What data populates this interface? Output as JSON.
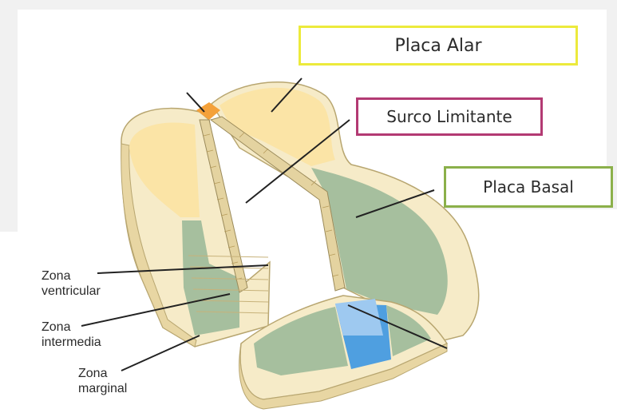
{
  "labels": {
    "alar": "Placa Alar",
    "surco": "Surco Limitante",
    "basal": "Placa Basal"
  },
  "zones": {
    "ventricular_line1": "Zona",
    "ventricular_line2": "ventricular",
    "intermedia_line1": "Zona",
    "intermedia_line2": "intermedia",
    "marginal_line1": "Zona",
    "marginal_line2": "marginal"
  },
  "colors": {
    "alar_border": "#ecea3c",
    "surco_border": "#b33a73",
    "basal_border": "#8bb04a",
    "alar_plate": "#fbe4a6",
    "basal_plate": "#a6bf9e",
    "roof_plate": "#f4a13a",
    "floor_plate": "#4f9fe0",
    "tissue_cream": "#f6ebc8",
    "backdrop_gray": "#f1f1f1"
  }
}
